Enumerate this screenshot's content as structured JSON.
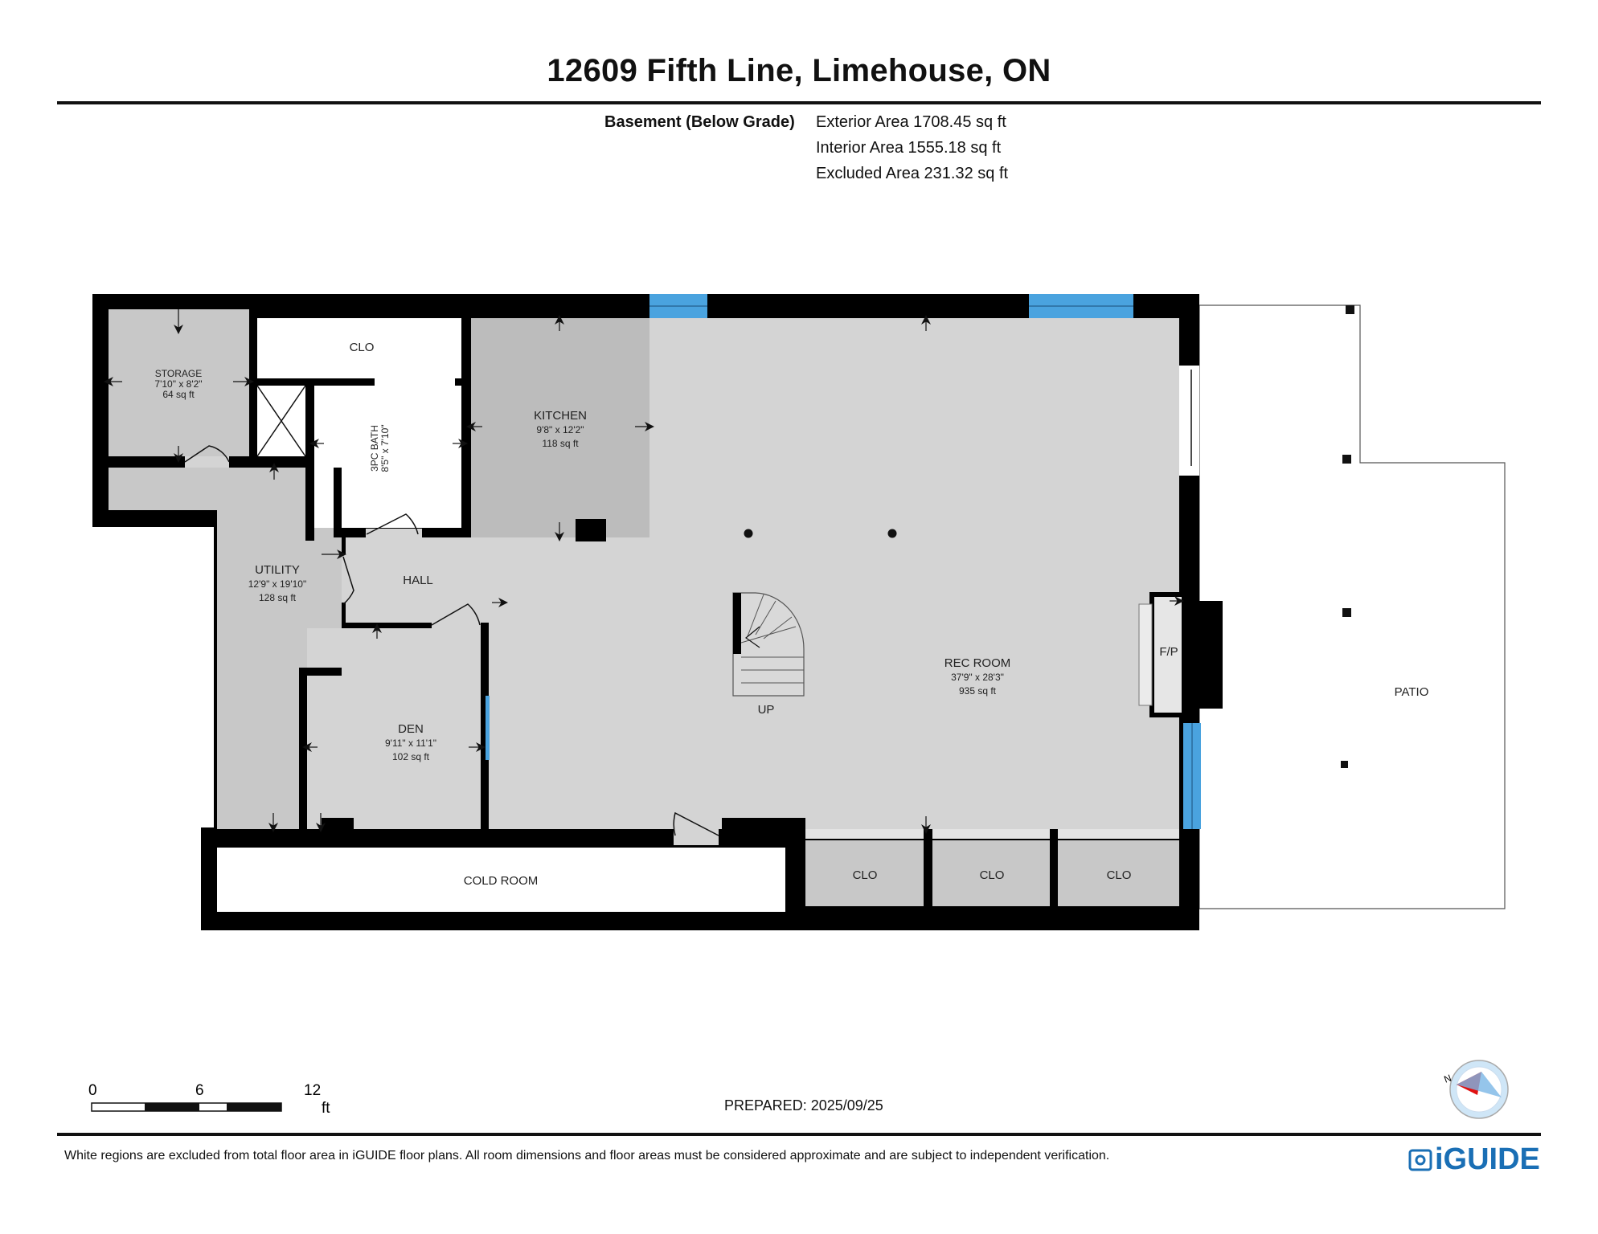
{
  "header": {
    "title": "12609 Fifth Line, Limehouse, ON",
    "floor": "Basement (Below Grade)",
    "exterior_area": "Exterior Area 1708.45 sq ft",
    "interior_area": "Interior Area 1555.18 sq ft",
    "excluded_area": "Excluded Area 231.32 sq ft"
  },
  "rooms": {
    "storage": {
      "name": "STORAGE",
      "dims": "7'10\" x 8'2\"",
      "area": "64 sq ft"
    },
    "clo_top": {
      "name": "CLO"
    },
    "bath": {
      "name": "3PC BATH",
      "dims": "8'5\" x 7'10\""
    },
    "kitchen": {
      "name": "KITCHEN",
      "dims": "9'8\" x 12'2\"",
      "area": "118 sq ft"
    },
    "utility": {
      "name": "UTILITY",
      "dims": "12'9\" x 19'10\"",
      "area": "128 sq ft"
    },
    "hall": {
      "name": "HALL"
    },
    "den": {
      "name": "DEN",
      "dims": "9'11\" x 11'1\"",
      "area": "102 sq ft"
    },
    "rec": {
      "name": "REC ROOM",
      "dims": "37'9\" x 28'3\"",
      "area": "935 sq ft"
    },
    "stairs": {
      "name": "UP"
    },
    "fireplace": {
      "name": "F/P"
    },
    "patio": {
      "name": "PATIO"
    },
    "cold_room": {
      "name": "COLD ROOM"
    },
    "clo_1": {
      "name": "CLO"
    },
    "clo_2": {
      "name": "CLO"
    },
    "clo_3": {
      "name": "CLO"
    }
  },
  "scale": {
    "ticks": [
      "0",
      "6",
      "12"
    ],
    "unit": "ft"
  },
  "prepared": "PREPARED: 2025/09/25",
  "compass": {
    "north_label": "N",
    "icon": "compass-icon"
  },
  "footer": {
    "note": "White regions are excluded from total floor area in iGUIDE floor plans. All room dimensions and floor areas must be considered approximate and are subject to independent verification.",
    "brand": "iGUIDE"
  },
  "colors": {
    "wall": "#000000",
    "floor": "#d4d4d4",
    "kitchen": "#bcbcbc",
    "window": "#4aa3df",
    "brand": "#1a6fb5"
  }
}
